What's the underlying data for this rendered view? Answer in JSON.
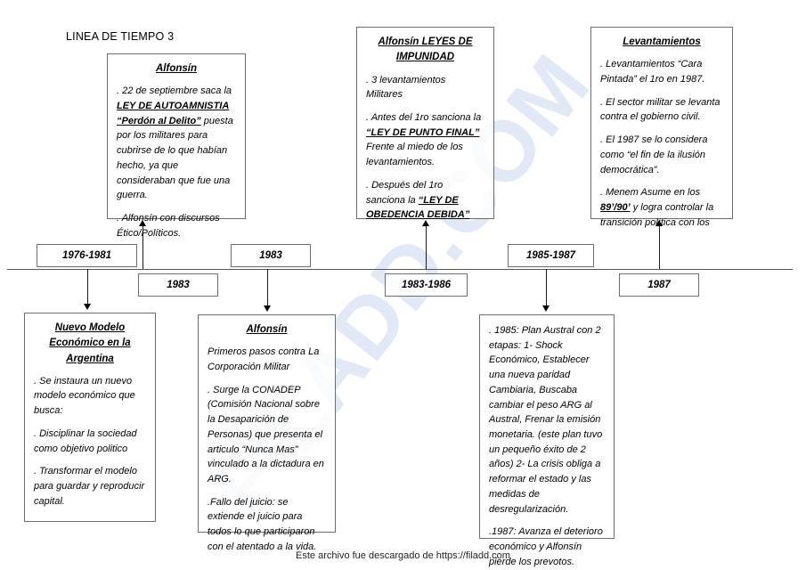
{
  "document": {
    "title": "LINEA DE TIEMPO 3",
    "footer": "Este archivo fue descargado de https://filadd.com",
    "watermark": "FILADD.COM"
  },
  "colors": {
    "box_border": "#6d6d6d",
    "axis": "#555555",
    "connector": "#1a1a1a",
    "watermark": "#dbe6f4",
    "text": "#000000"
  },
  "top_boxes": [
    {
      "heading": "Alfonsín",
      "paragraphs": [
        ". 22 de septiembre saca la LEY DE AUTOAMNISTIA “Perdón al Delito” puesta por los militares para cubrirse de lo que habían hecho, ya que consideraban que fue una guerra.",
        ". Alfonsín con discursos Ético/Políticos."
      ]
    },
    {
      "heading": "Alfonsín LEYES DE IMPUNIDAD",
      "paragraphs": [
        ". 3 levantamientos Militares",
        ". Antes del 1ro sanciona la “LEY DE PUNTO FINAL” Frente al miedo de los levantamientos.",
        ". Después del 1ro sanciona la “LEY DE OBEDENCIA DEBIDA”"
      ]
    },
    {
      "heading": "Levantamientos",
      "paragraphs": [
        ". Levantamientos “Cara Pintada” el 1ro en 1987.",
        ". El sector militar se levanta contra el gobierno civil.",
        ". El 1987 se lo considera como “el fin de la ilusión democrática”.",
        ". Menem Asume en los 89’/90’ y logra controlar la transición política con los"
      ]
    }
  ],
  "bottom_boxes": [
    {
      "heading": "Nuevo Modelo Económico en la Argentina",
      "paragraphs": [
        ". Se instaura un nuevo modelo económico que busca:",
        ". Disciplinar la sociedad como objetivo politico",
        ". Transformar el modelo para guardar y reproducir capital."
      ]
    },
    {
      "heading": "Alfonsín",
      "paragraphs": [
        "Primeros pasos contra La Corporación Militar",
        ". Surge la CONADEP (Comisión Nacional sobre la Desaparición de Personas) que presenta el articulo “Nunca Mas” vinculado a la dictadura en ARG.",
        ".Fallo del juicio: se extiende el juicio para todos lo que participaron con el atentado a la vida."
      ]
    },
    {
      "heading": "",
      "paragraphs": [
        ". 1985: Plan Austral con 2 etapas: 1- Shock Económico, Establecer una nueva paridad Cambiaria, Buscaba cambiar el peso ARG al Austral, Frenar la emisión monetaria. (este plan tuvo un pequeño éxito de 2 años) 2- La crisis obliga a reformar el estado y las medidas de desregularización.",
        ".1987: Avanza el deterioro económico y Alfonsín pierde los prevotos."
      ]
    }
  ],
  "date_chips_above": [
    {
      "label": "1976-1981"
    },
    {
      "label": "1983"
    },
    {
      "label": "1985-1987"
    }
  ],
  "date_chips_below": [
    {
      "label": "1983"
    },
    {
      "label": "1983-1986"
    },
    {
      "label": "1987"
    }
  ]
}
